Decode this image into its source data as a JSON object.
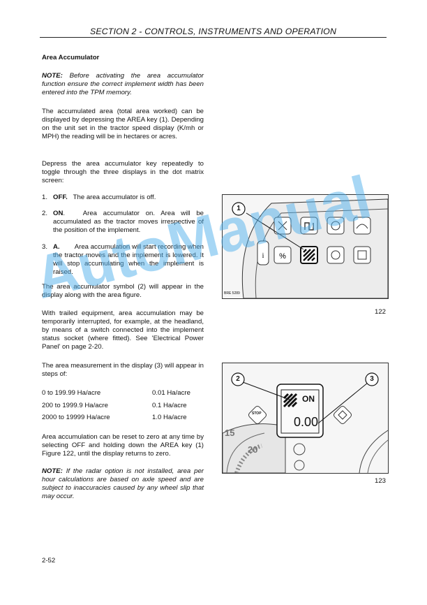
{
  "header": {
    "section_title": "SECTION 2  - CONTROLS, INSTRUMENTS AND OPERATION"
  },
  "heading": "Area Accumulator",
  "note1": {
    "label": "NOTE:",
    "text": " Before activating the area accumulator function ensure the correct implement width has been entered into the TPM memory."
  },
  "para1": "The accumulated area (total area worked) can be displayed by depressing the AREA key (1). Depending on the unit set in the tractor speed display (K/mh or MPH) the reading will be in hectares or acres.",
  "para2": "Depress the area accumulator key repeatedly to toggle through the three displays in the dot matrix screen:",
  "list": [
    {
      "num": "1.",
      "label": "OFF.",
      "text": "   The area accumulator is off."
    },
    {
      "num": "2.",
      "label": "ON",
      "text": ".   Area accumulator on. Area will be accumulated as the tractor moves irrespective of the position of the implement."
    },
    {
      "num": "3.",
      "label": "A.",
      "text": "        Area accumulation will start recording when the tractor moves and the implement is lowered. It will stop accumulating when the implement is raised."
    }
  ],
  "para3": "The area accumulator symbol (2) will appear in the display along with the area figure.",
  "para4": "With trailed equipment, area accumulation may be temporarily interrupted, for example, at the headland, by means of a switch connected into the implement status socket (where fitted). See 'Electrical Power Panel' on page 2-20.",
  "para5": "The area measurement in the display (3) will appear in steps of:",
  "steps": [
    {
      "range": "0 to 199.99 Ha/acre",
      "step": "0.01 Ha/acre"
    },
    {
      "range": "200 to 1999.9 Ha/acre",
      "step": "0.1 Ha/acre"
    },
    {
      "range": "2000 to 19999 Ha/acre",
      "step": "1.0 Ha/acre"
    }
  ],
  "para6": "Area accumulation can be reset to zero at any time by selecting OFF and holding down the AREA key (1) Figure 122,  until the display returns to zero.",
  "note2": {
    "label": "NOTE:",
    "text": " If the radar option is not installed, area per hour calculations are based on axle speed and are subject to inaccuracies caused by any wheel slip that may occur."
  },
  "figure1": {
    "number": "122",
    "callout": "1",
    "ref_code": "BRE 5289"
  },
  "figure2": {
    "number": "123",
    "callout_symbol": "2",
    "callout_display": "3",
    "display_mode": "ON",
    "display_value": "0.00",
    "stop_key": "STOP",
    "dial_15": "15",
    "dial_20": "20"
  },
  "page_number": "2-52",
  "watermark": "AutoManual",
  "colors": {
    "watermark": "#50afeb",
    "rule": "#222222"
  }
}
